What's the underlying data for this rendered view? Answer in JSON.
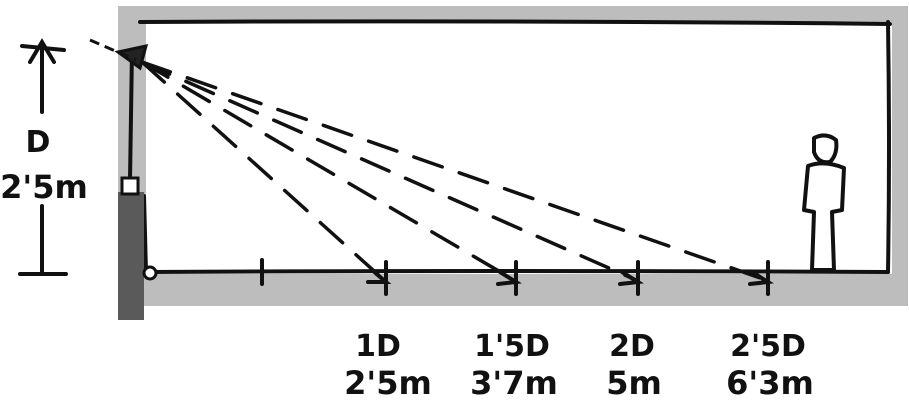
{
  "height_annotation": {
    "symbol": "D",
    "value": "2'5m"
  },
  "markers": [
    {
      "multiple": "1D",
      "distance": "2'5m"
    },
    {
      "multiple": "1'5D",
      "distance": "3'7m"
    },
    {
      "multiple": "2D",
      "distance": "5m"
    },
    {
      "multiple": "2'5D",
      "distance": "6'3m"
    }
  ],
  "colors": {
    "ink": "#111111",
    "wall_shade": "#bdbdbd",
    "paper": "#ffffff"
  },
  "icons": [
    "camera-icon",
    "person-figure-icon",
    "sensor-icon"
  ]
}
